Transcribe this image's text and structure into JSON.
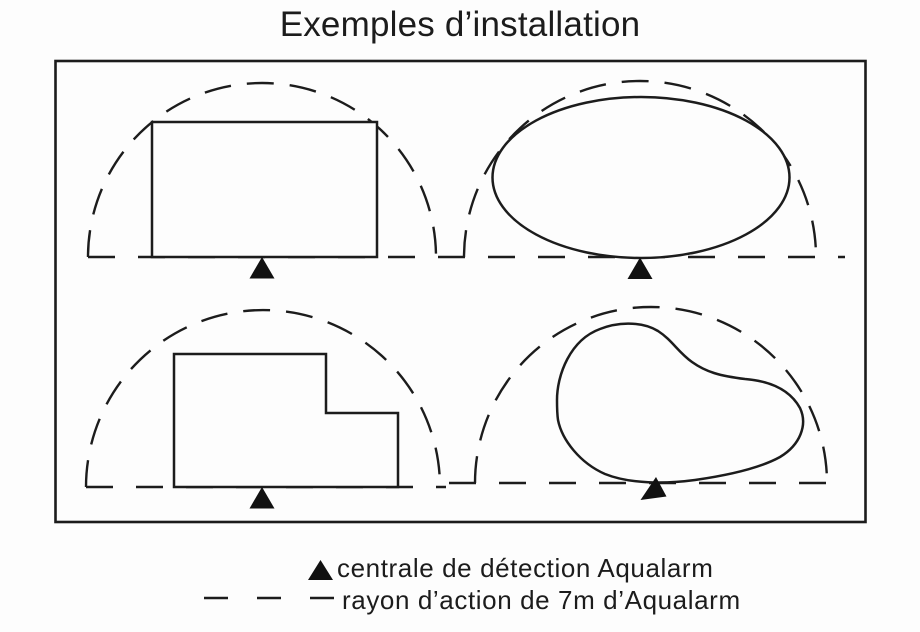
{
  "title": "Exemples d’installation",
  "legend": {
    "items": [
      {
        "symbol": "triangle-marker",
        "label": "centrale de détection Aqualarm"
      },
      {
        "symbol": "dashed-line-marker",
        "label": "rayon d’action de 7m d’Aqualarm"
      }
    ]
  },
  "diagram": {
    "examples": [
      {
        "pool_shape": "rectangular-pool",
        "detector": "triangle-marker",
        "radius_zone": "dashed-semicircle"
      },
      {
        "pool_shape": "oval-pool",
        "detector": "triangle-marker",
        "radius_zone": "dashed-semicircle"
      },
      {
        "pool_shape": "l-shaped-pool",
        "detector": "triangle-marker",
        "radius_zone": "dashed-semicircle"
      },
      {
        "pool_shape": "kidney-shaped-pool",
        "detector": "triangle-marker",
        "radius_zone": "dashed-semicircle"
      }
    ]
  },
  "colors": {
    "ink": "#1c1c1c",
    "background": "#fdfdfd"
  }
}
